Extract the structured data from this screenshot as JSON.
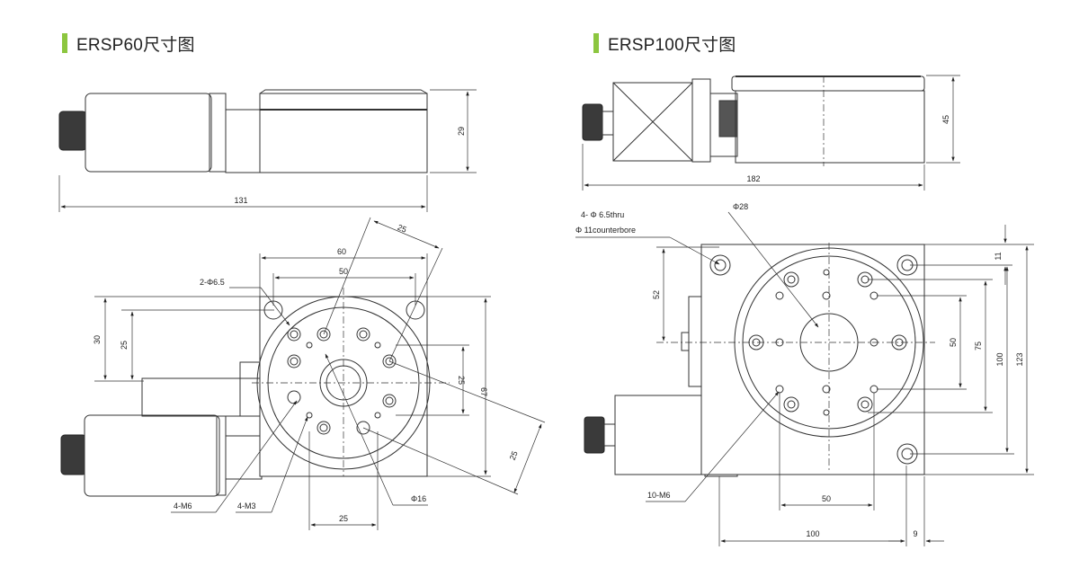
{
  "left_title": "ERSP60尺寸图",
  "right_title": "ERSP100尺寸图",
  "left_side_dims": {
    "height": "29",
    "length": "131"
  },
  "left_top_dims": {
    "width_outer": "60",
    "width_inner": "50",
    "hole_label": "2-Φ6.5",
    "h30": "30",
    "h25": "25",
    "v25": "25",
    "h67": "67",
    "diag25_top": "25",
    "diag25_right": "25",
    "bottom25": "25",
    "m6": "4-M6",
    "m3": "4-M3",
    "phi16": "Φ16"
  },
  "right_side_dims": {
    "height": "45",
    "length": "182"
  },
  "right_top_dims": {
    "thru_label": "4- Φ 6.5thru",
    "counterbore_label": "Φ 11counterbore",
    "phi28": "Φ28",
    "d11": "11",
    "d52": "52",
    "d50v": "50",
    "d75": "75",
    "d100v": "100",
    "d123": "123",
    "m6": "10-M6",
    "d50h": "50",
    "d100h": "100",
    "d9": "9"
  }
}
